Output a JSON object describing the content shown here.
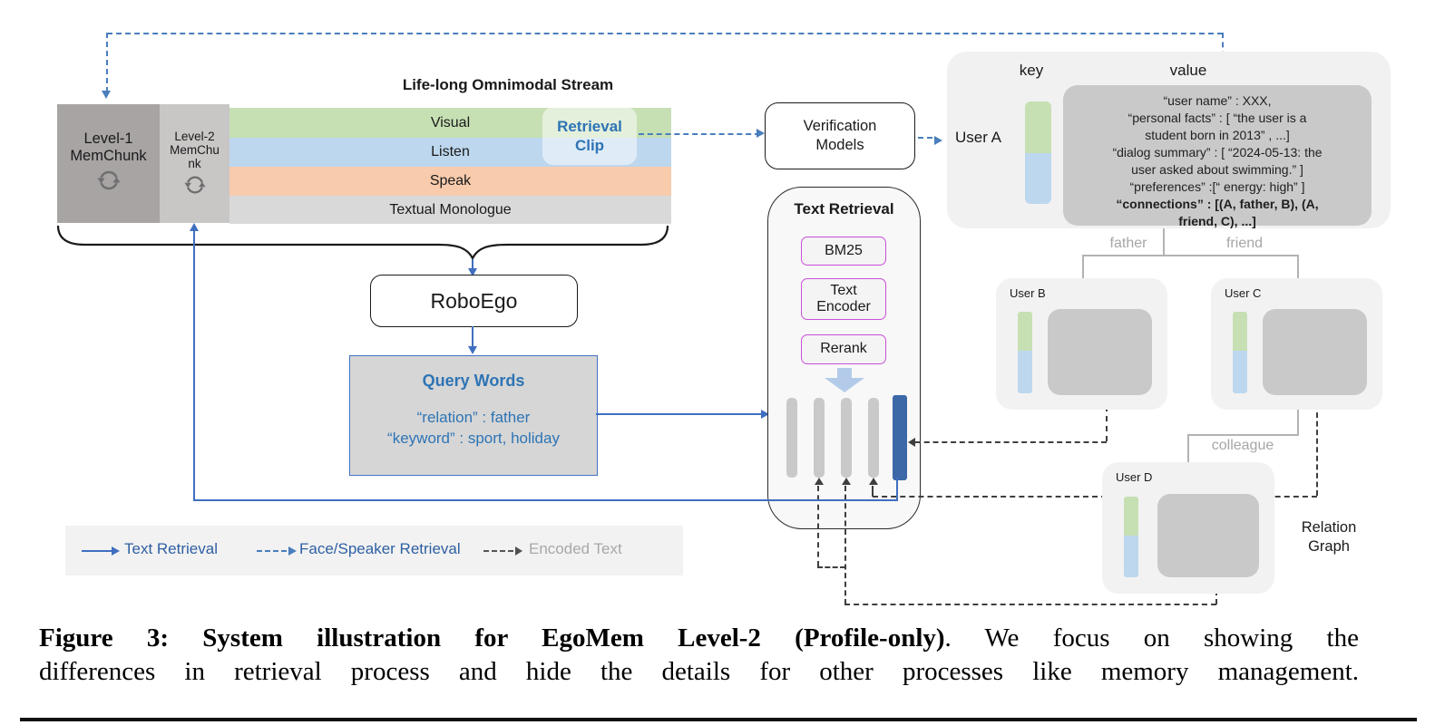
{
  "figure": {
    "stream": {
      "title": "Life-long Omnimodal Stream",
      "level1": "Level-1 MemChunk",
      "level2": "Level-2 MemChunk",
      "rows": [
        {
          "label": "Visual"
        },
        {
          "label": "Listen"
        },
        {
          "label": "Speak"
        },
        {
          "label": "Textual Monologue"
        }
      ],
      "clip": "Retrieval Clip"
    },
    "roboego": "RoboEgo",
    "query": {
      "title": "Query Words",
      "lines": [
        "“relation” : father",
        "“keyword” : sport, holiday"
      ]
    },
    "verification": "Verification Models",
    "text_retrieval": {
      "title": "Text Retrieval",
      "stages": [
        "BM25",
        "Text Encoder",
        "Rerank"
      ]
    },
    "profile": {
      "key_header": "key",
      "value_header": "value",
      "user_a": "User A",
      "value_lines": [
        "“user name” : XXX,",
        "“personal facts” : [ “the user is a",
        "student born in 2013” , ...]",
        "“dialog summary” : [ “2024-05-13: the",
        "user asked about swimming.” ]",
        "“preferences” :[“ energy: high” ]",
        "“connections” : [(A, father, B), (A,",
        "friend, C), ...]"
      ]
    },
    "graph": {
      "user_b": "User B",
      "user_c": "User C",
      "user_d": "User D",
      "edge_father": "father",
      "edge_friend": "friend",
      "edge_colleague": "colleague",
      "label": "Relation Graph"
    },
    "legend": [
      {
        "label": "Text Retrieval"
      },
      {
        "label": "Face/Speaker Retrieval"
      },
      {
        "label": "Encoded Text"
      }
    ],
    "caption": {
      "bold": "Figure 3: System illustration for EgoMem Level-2 (Profile-only)",
      "rest": ".  We focus on showing the",
      "line2": "differences in retrieval process and hide the details for other processes like memory management."
    },
    "colors": {
      "visual_green": "#c6e0b4",
      "listen_blue": "#bdd7ee",
      "speak_orange": "#f8cbad",
      "monologue_gray": "#d9d9d9",
      "level1_gray": "#a8a4a4",
      "level2_gray": "#c9c6c6",
      "panel_gray": "#f2f2f2",
      "value_gray": "#c9c9c9",
      "solid_blue": "#3f6fbf",
      "dashed_blue": "#4a7ebc",
      "stage_border_magenta": "#c84fd8",
      "selected_bar_blue": "#3d68a8",
      "relation_line_gray": "#b3b3b3",
      "muted_label_gray": "#a6a6a6",
      "blue_text": "#2e74b5"
    }
  }
}
